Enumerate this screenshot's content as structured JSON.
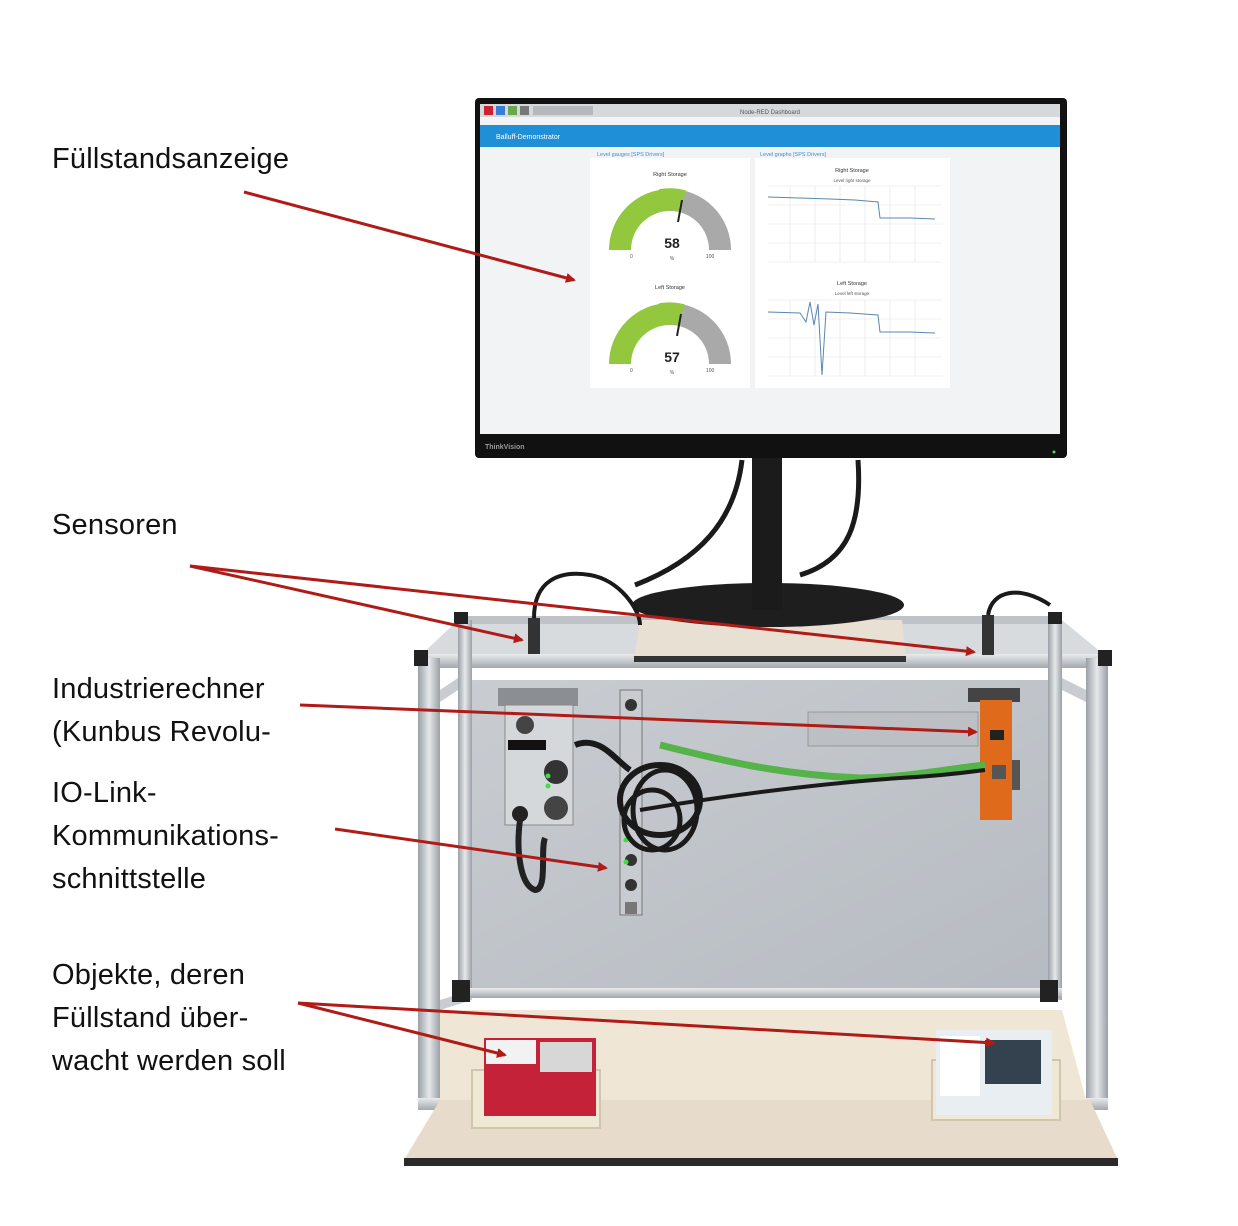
{
  "labels": {
    "fill_display": "Füllstandsanzeige",
    "sensors": "Sensoren",
    "computer_line1": "Industrierechner",
    "computer_line2": "(Kunbus Revolu-",
    "iolink_line1": "IO-Link-",
    "iolink_line2": "Kommunikations-",
    "iolink_line3": "schnittstelle",
    "objects_line1": "Objekte, deren",
    "objects_line2": "Füllstand über-",
    "objects_line3": "wacht werden soll"
  },
  "dashboard": {
    "window_title": "Node-RED Dashboard",
    "app_title": "Balluff-Demonstrator",
    "gauges_group": "Level gauges [SPS Drivers]",
    "graphs_group": "Level graphs [SPS Drivers]",
    "right_storage_title": "Right Storage",
    "left_storage_title": "Left Storage",
    "right_value": "58",
    "left_value": "57",
    "unit": "%",
    "gauge_min": "0",
    "gauge_max": "100",
    "right_legend": "Level right storage",
    "left_legend": "Level left storage",
    "monitor_brand": "ThinkVision"
  },
  "colors": {
    "arrow": "#b01a17",
    "gauge_fill": "#93c83e",
    "gauge_track": "#a9a9a9",
    "app_bar": "#1f8fd8",
    "chart_line": "#5a86ad"
  }
}
